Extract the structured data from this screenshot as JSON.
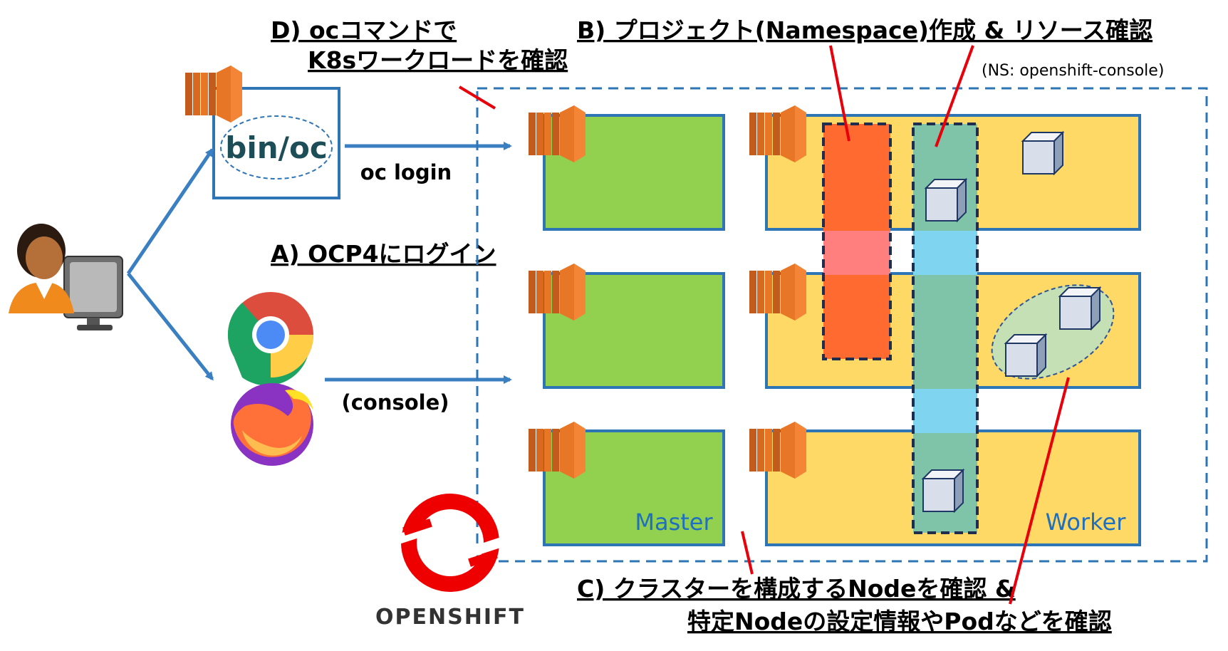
{
  "labels": {
    "d_line1": "D) ocコマンドで",
    "d_line2": "K8sワークロードを確認",
    "b": "B) プロジェクト(Namespace)作成 & リソース確認",
    "ns": "(NS: openshift-console)",
    "a": "A) OCP4にログイン",
    "c_line1": "C) クラスターを構成するNodeを確認 &",
    "c_line2": "特定Nodeの設定情報やPodなどを確認"
  },
  "client": {
    "binoc": "bin/oc",
    "oc_login": "oc login",
    "console": "(console)"
  },
  "nodes": {
    "master": "Master",
    "worker": "Worker"
  },
  "brand": {
    "name": "OPENSHIFT"
  },
  "colors": {
    "master_fill": "#92d050",
    "worker_fill": "#ffd966",
    "node_border": "#2e75b6",
    "arrow": "#3a7fc2",
    "aws_orange": "#f58536",
    "namespace_red": "#ff6a30",
    "namespace_teal": "#7fc4a8",
    "accent_red": "#e8000b"
  }
}
